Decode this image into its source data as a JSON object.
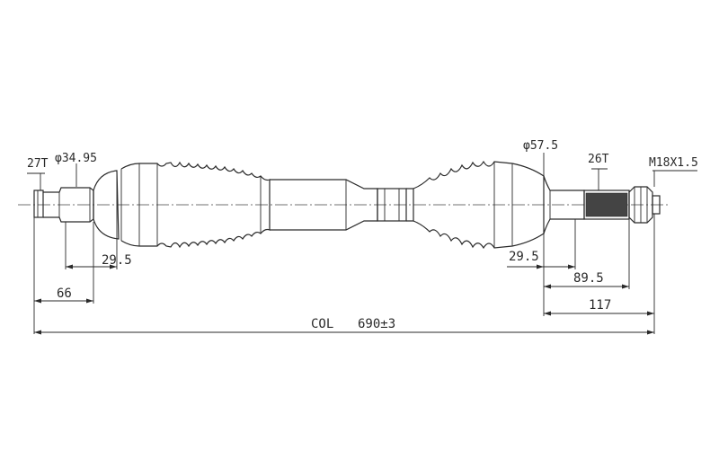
{
  "labels": {
    "spline_left": "27T",
    "diameter_left": "φ34.95",
    "diameter_right": "φ57.5",
    "spline_right": "26T",
    "thread": "M18X1.5",
    "dim_left_boot": "29.5",
    "dim_left_stub": "66",
    "dim_right_boot": "29.5",
    "dim_right_stub": "89.5",
    "dim_right_total": "117",
    "dim_overall_prefix": "COL",
    "dim_overall": "690±3"
  },
  "colors": {
    "ink": "#2a2a2a",
    "background": "#ffffff"
  }
}
